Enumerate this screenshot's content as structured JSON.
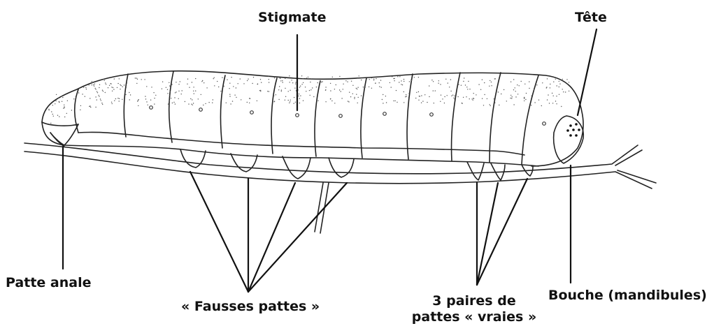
{
  "labels": {
    "stigmate": "Stigmate",
    "tete": "Tête",
    "patte_anale": "Patte anale",
    "fausses_pattes": "« Fausses pattes »",
    "vraies_line1": "3 paires de",
    "vraies_line2": "pattes « vraies »",
    "bouche": "Bouche (mandibules)"
  }
}
